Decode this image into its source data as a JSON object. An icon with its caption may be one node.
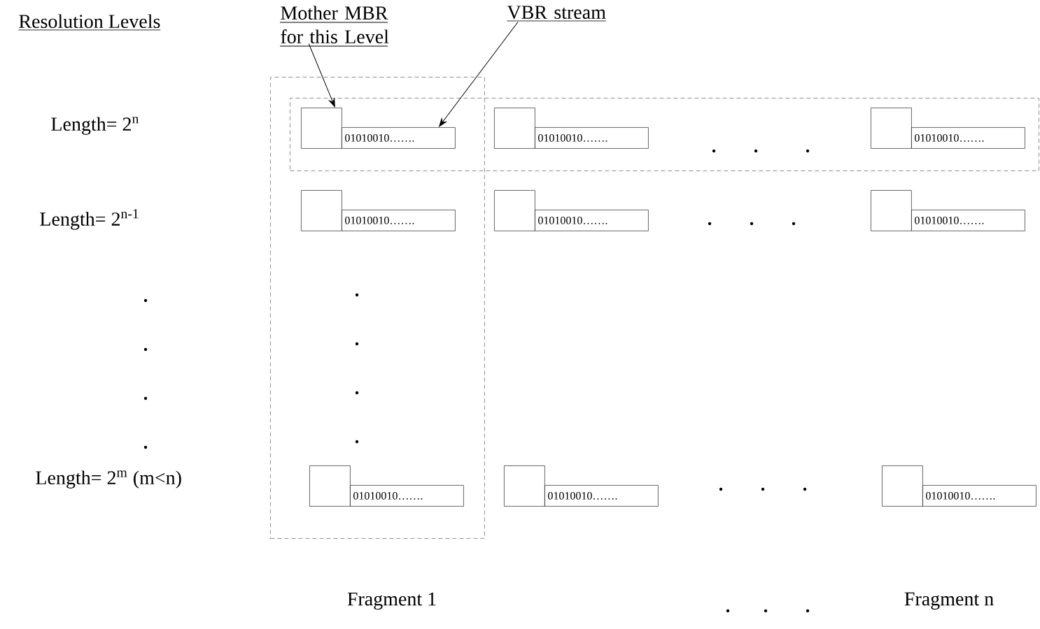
{
  "diagram": {
    "nodes": [
      {
        "text": [
          "Mother MBR for this Level"
        ]
      },
      {
        "text": [
          "VBR stream"
        ]
      },
      {
        "text": [],
        "shape": "box"
      },
      {
        "text": [],
        "shape": "box"
      },
      {
        "text": [],
        "shape": "box"
      },
      {
        "text": [
          "01010010……."
        ]
      },
      {
        "text": [],
        "shape": "box",
        "in": 3
      },
      {
        "text": [
          "01010010……."
        ],
        "in": 3
      },
      {
        "text": [],
        "shape": "box",
        "in": 3
      },
      {
        "text": [
          "01010010……."
        ],
        "in": 3
      },
      {
        "text": [],
        "shape": "box",
        "in": 2
      },
      {
        "text": [
          "01010010……."
        ],
        "in": 2
      },
      {
        "text": [],
        "shape": "box"
      },
      {
        "text": [
          "01010010……."
        ]
      },
      {
        "text": [],
        "shape": "box"
      },
      {
        "text": [
          "01010010……."
        ]
      },
      {
        "text": [],
        "shape": "box",
        "in": 2
      },
      {
        "text": [
          "01010010……."
        ],
        "in": 2
      },
      {
        "text": [],
        "shape": "box"
      },
      {
        "text": [
          "01010010……."
        ]
      },
      {
        "text": [],
        "shape": "box"
      },
      {
        "text": [
          "01010010……."
        ]
      }
    ],
    "edges": [
      {
        "from": 0,
        "to": 4,
        "arrow": "to"
      },
      {
        "from": 1,
        "to": 5,
        "arrow": "to"
      }
    ],
    "labels": [
      "Resolution Levels",
      "Length= 2$^{n}$",
      "Length= 2$^{n-1}$",
      "Length= 2$^{m}$ (m<n)",
      "Fragment 1",
      "Fragment n"
    ]
  }
}
